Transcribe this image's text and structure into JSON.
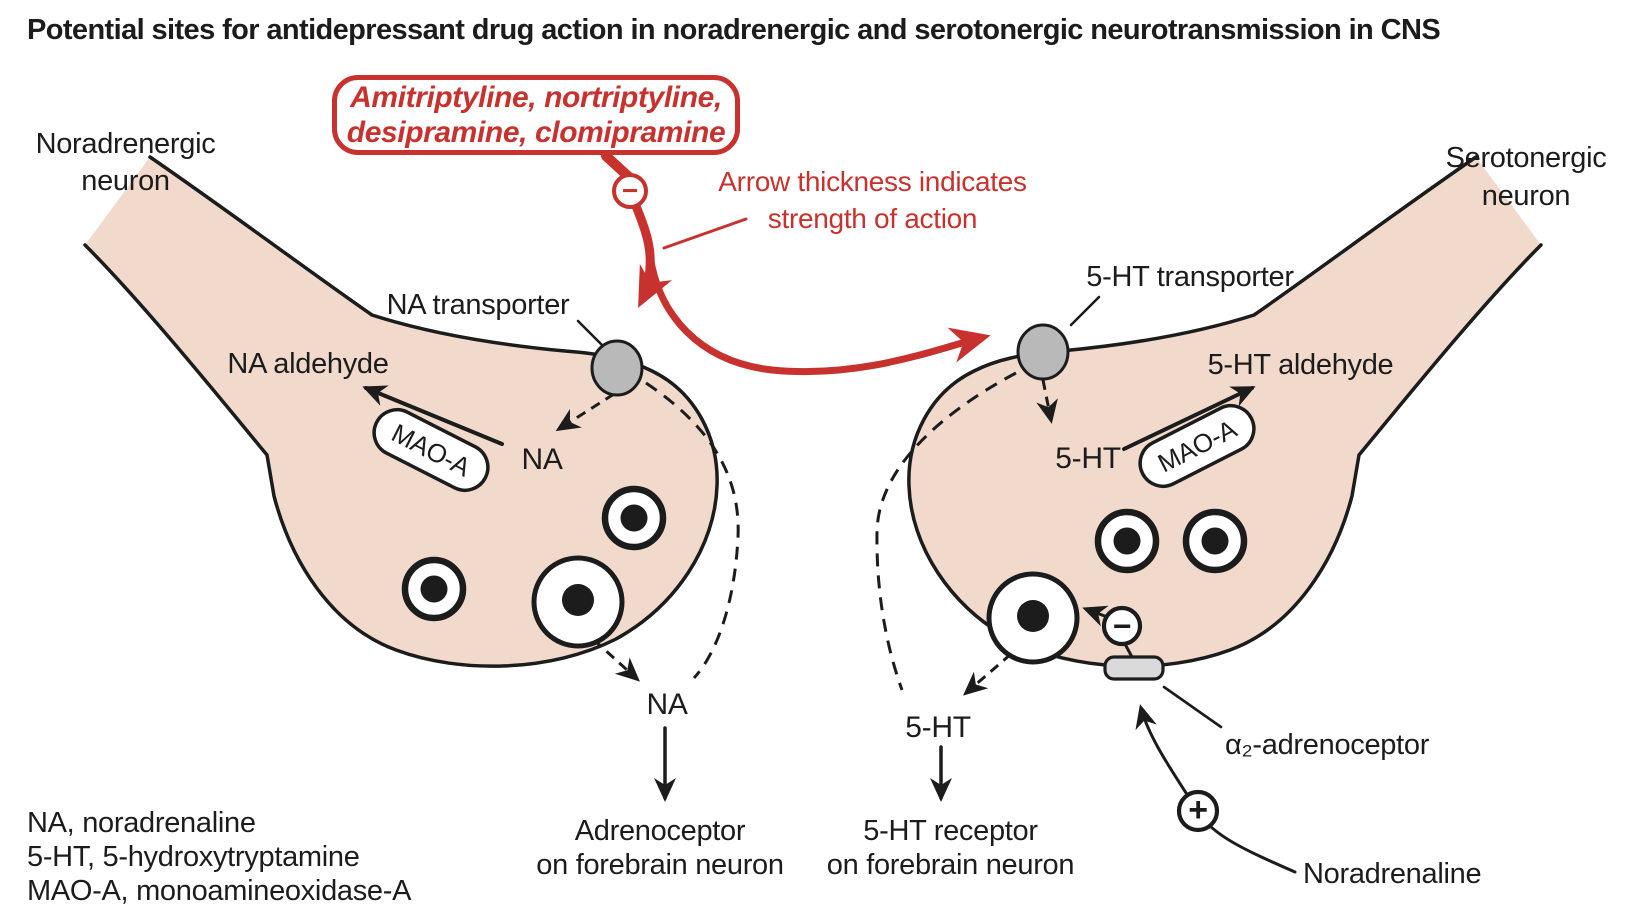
{
  "title": "Potential sites for antidepressant drug action in noradrenergic and serotonergic neurotransmission in CNS",
  "colors": {
    "red": "#c8322e",
    "pink": "#f1d9cc",
    "outline": "#1c1c1c",
    "transporter_gray": "#b9b9b9",
    "receptor_gray": "#dadada"
  },
  "drug_box": {
    "line1": "Amitriptyline, nortriptyline,",
    "line2": "desipramine, clomipramine"
  },
  "annotation": {
    "line1": "Arrow thickness indicates",
    "line2": "strength of action"
  },
  "left_neuron": {
    "name_line1": "Noradrenergic",
    "name_line2": "neuron",
    "transporter": "NA transporter",
    "aldehyde": "NA aldehyde",
    "enzyme": "MAO-A",
    "transmitter": "NA",
    "released": "NA",
    "target_line1": "Adrenoceptor",
    "target_line2": "on forebrain neuron"
  },
  "right_neuron": {
    "name_line1": "Serotonergic",
    "name_line2": "neuron",
    "transporter": "5-HT transporter",
    "aldehyde": "5-HT aldehyde",
    "enzyme": "MAO-A",
    "transmitter": "5-HT",
    "released": "5-HT",
    "target_line1": "5-HT receptor",
    "target_line2": "on forebrain neuron",
    "autoreceptor": "α₂-adrenoceptor",
    "stimulator": "Noradrenaline"
  },
  "legend": {
    "line1": "NA, noradrenaline",
    "line2": "5-HT, 5-hydroxytryptamine",
    "line3": "MAO-A, monoamineoxidase-A"
  },
  "symbols": {
    "inhibition": "−",
    "stimulation": "+"
  }
}
